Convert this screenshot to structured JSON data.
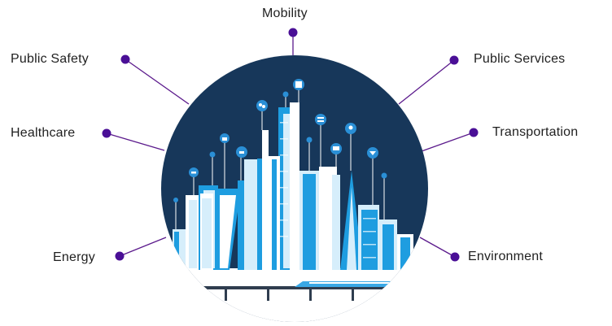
{
  "diagram": {
    "categories": {
      "mobility": "Mobility",
      "public_safety": "Public Safety",
      "public_services": "Public Services",
      "healthcare": "Healthcare",
      "transportation": "Transportation",
      "energy": "Energy",
      "environment": "Environment"
    },
    "colors": {
      "circle": "#17375a",
      "connector": "#5b1a8c",
      "dot": "#4a0f96",
      "building_primary": "#1e9de0",
      "building_light": "#d6eefb",
      "building_white": "#ffffff",
      "pin": "#2a8fd6",
      "ground": "#2f3d4f"
    },
    "icons": [
      "user-icon",
      "building-icon",
      "location-pin-icon",
      "money-icon",
      "database-icon",
      "chat-icon",
      "diamond-icon",
      "group-icon",
      "lock-icon",
      "car-icon",
      "dollar-icon",
      "wifi-icon"
    ]
  }
}
